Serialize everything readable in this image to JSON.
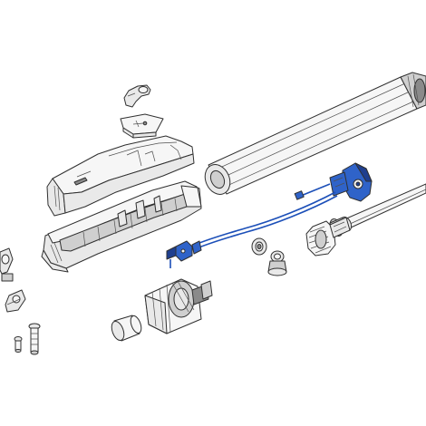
{
  "diagram": {
    "kind": "exploded-parts-view",
    "highlight_color": "#2f63c9",
    "line_color": "#303030",
    "parts": [
      {
        "id": "release-lever",
        "icon": "key-lever-icon"
      },
      {
        "id": "release-lock-cover",
        "icon": "lock-cover-icon"
      },
      {
        "id": "operator-top-cover",
        "icon": "housing-cover-icon"
      },
      {
        "id": "operator-base-housing",
        "icon": "housing-base-icon"
      },
      {
        "id": "telescopic-tube",
        "icon": "tube-icon"
      },
      {
        "id": "push-rod",
        "icon": "rod-icon"
      },
      {
        "id": "limit-switch-assembly",
        "icon": "limit-switch-icon",
        "highlighted": true
      },
      {
        "id": "limit-switch-cable",
        "icon": "cable-icon",
        "highlighted": true
      },
      {
        "id": "connector-block",
        "icon": "connector-icon",
        "highlighted": true
      },
      {
        "id": "worm-gear",
        "icon": "gear-icon"
      },
      {
        "id": "bearing",
        "icon": "bearing-icon"
      },
      {
        "id": "eyebolt-nut",
        "icon": "eyebolt-icon"
      },
      {
        "id": "gearmotor",
        "icon": "motor-icon"
      },
      {
        "id": "capacitor",
        "icon": "capacitor-icon"
      },
      {
        "id": "front-bracket",
        "icon": "bracket-icon"
      },
      {
        "id": "rear-bracket",
        "icon": "bracket-icon"
      },
      {
        "id": "fixing-pin-long",
        "icon": "pin-icon"
      },
      {
        "id": "fixing-pin-short",
        "icon": "pin-icon"
      }
    ]
  }
}
